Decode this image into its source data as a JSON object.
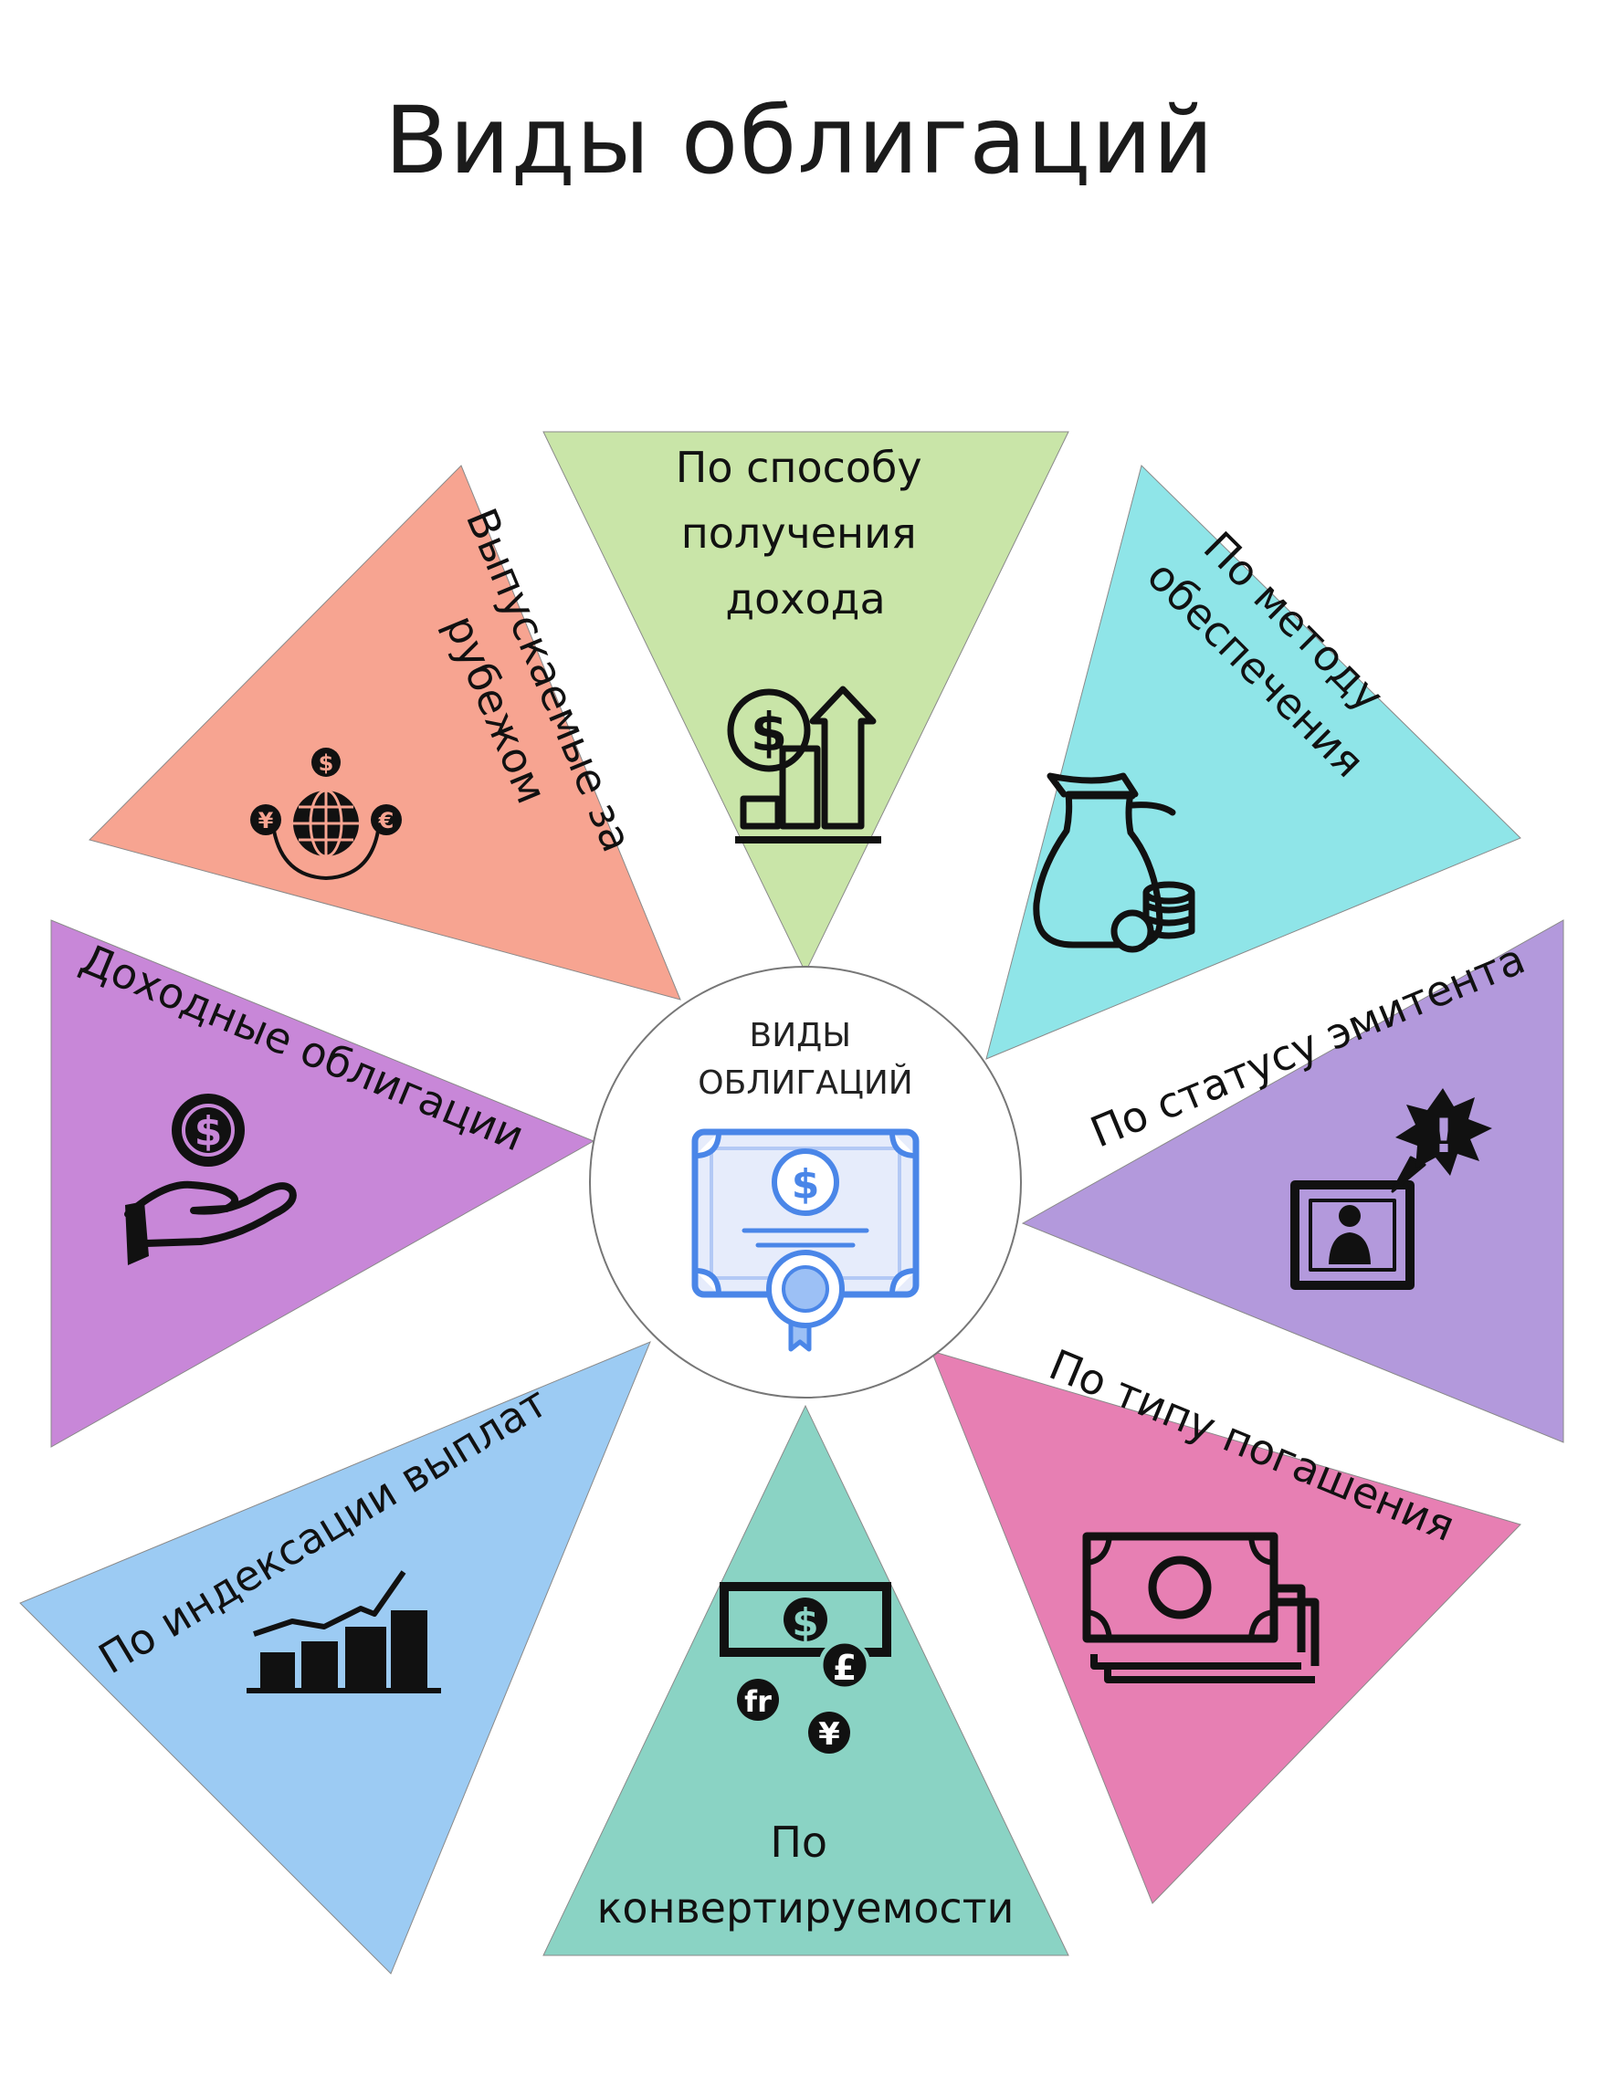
{
  "title": "Виды облигаций",
  "center": {
    "line1": "ВИДЫ",
    "line2": "ОБЛИГАЦИЙ",
    "icon": "bond-certificate-icon"
  },
  "segments": [
    {
      "key": "income",
      "lines": [
        "По способу",
        "получения",
        "дохода"
      ],
      "color": "#c9e5a8",
      "icon": "growth-chart-dollar-icon"
    },
    {
      "key": "security",
      "lines": [
        "По методу",
        "обеспечения"
      ],
      "color": "#8fe5e8",
      "icon": "money-bag-coins-icon"
    },
    {
      "key": "issuer",
      "lines": [
        "По статусу эмитента"
      ],
      "color": "#b399dc",
      "icon": "alert-user-portrait-icon"
    },
    {
      "key": "repayment",
      "lines": [
        "По типу погашения"
      ],
      "color": "#e77fb3",
      "icon": "banknotes-stack-icon"
    },
    {
      "key": "convert",
      "lines": [
        "По",
        "конвертируемости"
      ],
      "color": "#8ad3c4",
      "icon": "currency-exchange-icon"
    },
    {
      "key": "index",
      "lines": [
        "По индексации выплат"
      ],
      "color": "#9ccbf3",
      "icon": "bar-chart-trend-icon"
    },
    {
      "key": "yield",
      "lines": [
        "Доходные облигации"
      ],
      "color": "#c887d8",
      "icon": "hand-coin-icon"
    },
    {
      "key": "foreign",
      "lines": [
        "Выпускаемые за",
        "рубежом"
      ],
      "color": "#f7a491",
      "icon": "globe-currencies-icon"
    }
  ]
}
